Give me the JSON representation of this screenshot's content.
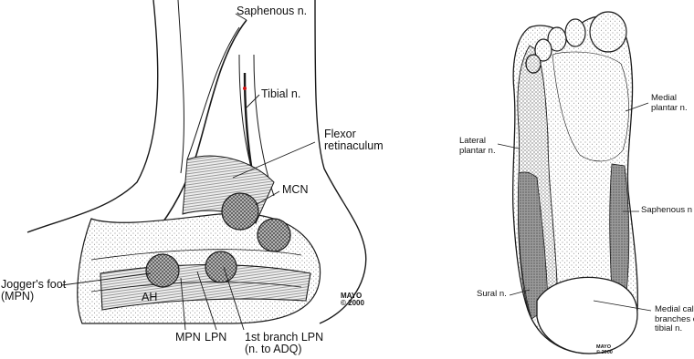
{
  "left_figure": {
    "labels": {
      "saphenous": "Saphenous n.",
      "tibial": "Tibial n.",
      "flexor": "Flexor\nretinaculum",
      "mcn": "MCN",
      "joggers": "Jogger's foot\n(MPN)",
      "ah": "AH",
      "mpn": "MPN",
      "lpn": "LPN",
      "first_branch": "1st branch LPN\n(n. to ADQ)"
    },
    "credit": "MAYO\n© 2000"
  },
  "right_figure": {
    "labels": {
      "medial_plantar": "Medial\nplantar n.",
      "lateral_plantar": "Lateral\nplantar n.",
      "saphenous": "Saphenous n",
      "sural": "Sural n.",
      "medial_calcaneal": "Medial calcaneal\nbranches of the\ntibial n."
    },
    "credit": "MAYO\n© 2000"
  },
  "colors": {
    "line": "#1a1a1a",
    "shade_dark": "#8c8c8c",
    "shade_light": "#c8c8c8",
    "red_mark": "#d01010"
  }
}
